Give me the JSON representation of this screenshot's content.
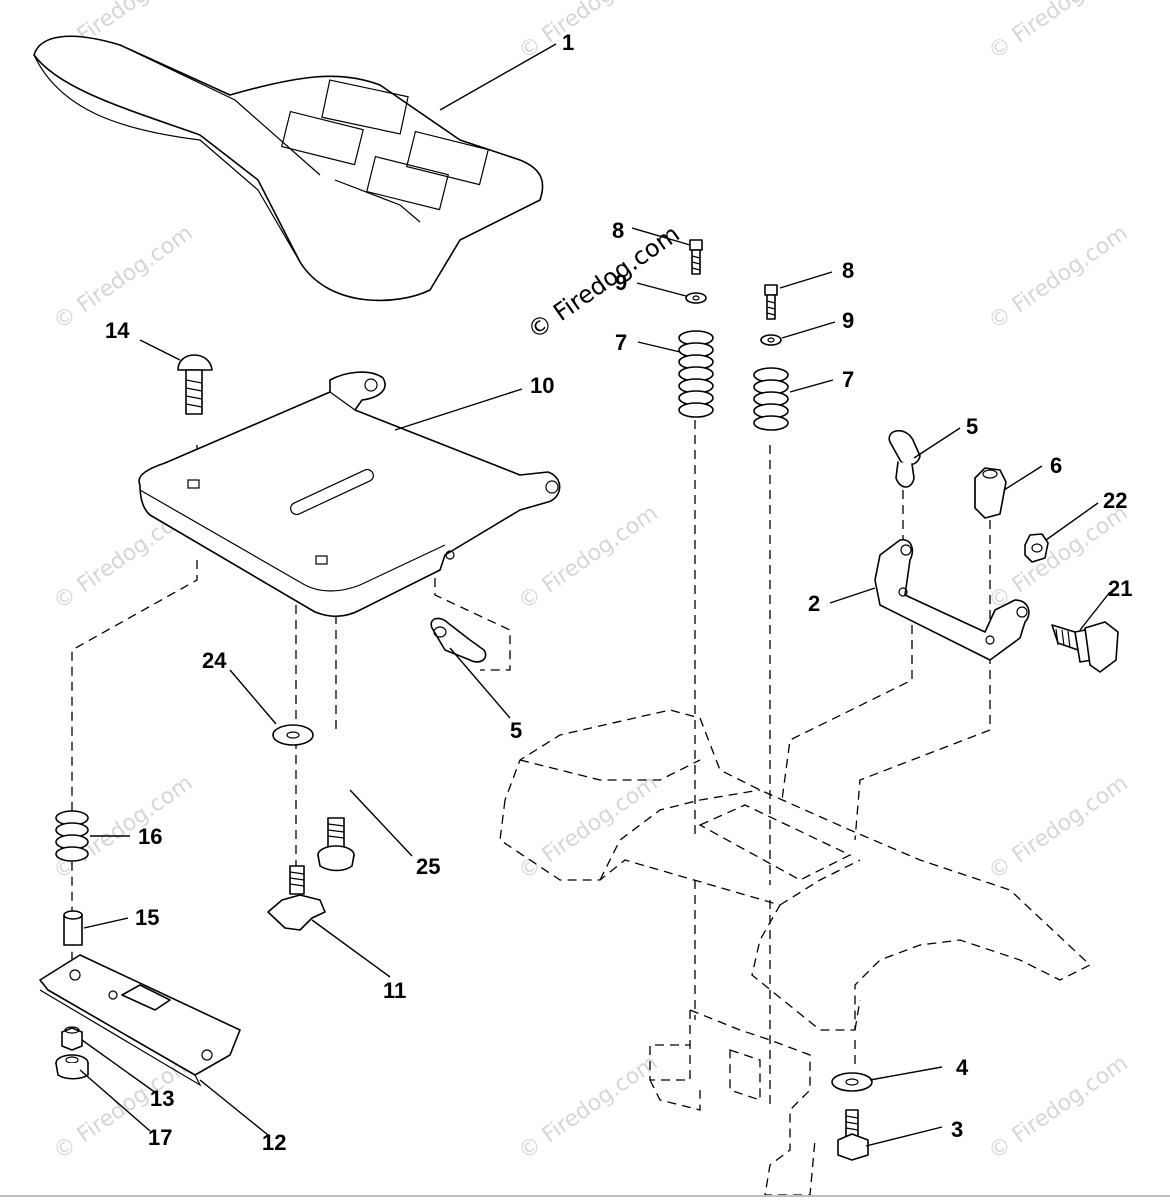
{
  "watermark": {
    "main_text": "© Firedog.com",
    "repeat_text": "© Firedog.com"
  },
  "callouts": [
    {
      "id": "c1",
      "label": "1"
    },
    {
      "id": "c14",
      "label": "14"
    },
    {
      "id": "c10",
      "label": "10"
    },
    {
      "id": "c8a",
      "label": "8"
    },
    {
      "id": "c9a",
      "label": "9"
    },
    {
      "id": "c7a",
      "label": "7"
    },
    {
      "id": "c8b",
      "label": "8"
    },
    {
      "id": "c9b",
      "label": "9"
    },
    {
      "id": "c7b",
      "label": "7"
    },
    {
      "id": "c5a",
      "label": "5"
    },
    {
      "id": "c6",
      "label": "6"
    },
    {
      "id": "c22",
      "label": "22"
    },
    {
      "id": "c2",
      "label": "2"
    },
    {
      "id": "c21",
      "label": "21"
    },
    {
      "id": "c24",
      "label": "24"
    },
    {
      "id": "c5b",
      "label": "5"
    },
    {
      "id": "c25",
      "label": "25"
    },
    {
      "id": "c16",
      "label": "16"
    },
    {
      "id": "c15",
      "label": "15"
    },
    {
      "id": "c11",
      "label": "11"
    },
    {
      "id": "c13",
      "label": "13"
    },
    {
      "id": "c17",
      "label": "17"
    },
    {
      "id": "c12",
      "label": "12"
    },
    {
      "id": "c4",
      "label": "4"
    },
    {
      "id": "c3",
      "label": "3"
    }
  ]
}
